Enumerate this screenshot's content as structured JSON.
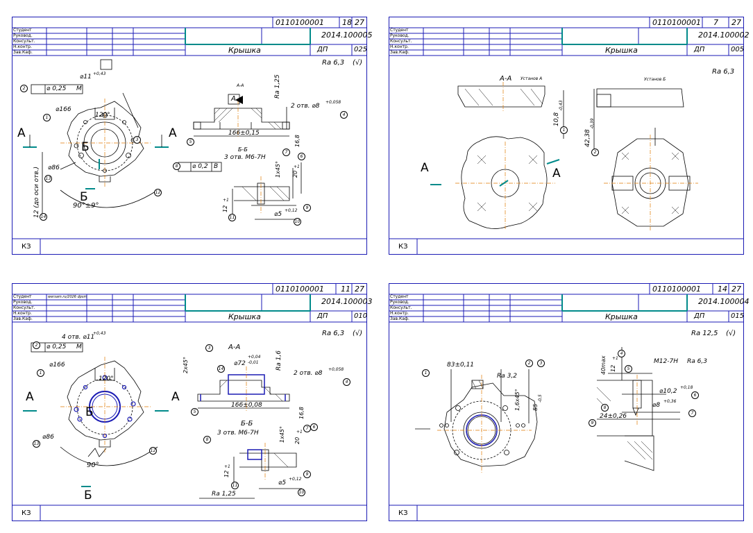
{
  "colors": {
    "frame": "#1a1ab4",
    "accent": "#008a8a",
    "axis": "#e07a00",
    "bore": "#1a1ab4",
    "ink": "#000000"
  },
  "common": {
    "roles": [
      "Студент",
      "Руковод.",
      "Консульт.",
      "Н.контр.",
      "Зав.Каф."
    ],
    "kz": "КЗ"
  },
  "sheets": [
    {
      "code": "0110100001",
      "sheet": "18",
      "sheets_total": "27",
      "number": "2014.100005",
      "name": "Крышка",
      "lit": "ДП",
      "op": "025",
      "author": "",
      "roughness": "Ra 6,3",
      "roughness_check": "(√)",
      "labels": {
        "pos_tol": "⌀ 0,25",
        "pos_mod": "M",
        "hole": "⌀11",
        "hole_tol": "+0,43",
        "d166": "⌀166",
        "angle120": "120°",
        "d86": "⌀86",
        "dim12": "12 (до оси отв.)",
        "ang90": "90°±9°",
        "secA": "А",
        "secB": "Б",
        "AA": "А-А",
        "datumA": "А",
        "ra125": "Ra 1,25",
        "holes2": "2 отв. ⌀8",
        "holes2_tol": "+0,058",
        "d166b": "166±0,15",
        "d168": "16,8",
        "BB": "Б-Б",
        "thr": "3 отв. М6-7Н",
        "pos2": "⌀ 0,2",
        "pos2B": "В",
        "ch": "1х45°",
        "d20": "20",
        "d20t": "+1",
        "d12": "12",
        "d12t": "+1",
        "d5": "⌀5",
        "d5t": "+0,12"
      },
      "balloons": [
        "1",
        "2",
        "3",
        "4",
        "5",
        "6",
        "7",
        "8",
        "9",
        "10",
        "11",
        "12",
        "13",
        "14"
      ]
    },
    {
      "code": "0110100001",
      "sheet": "7",
      "sheets_total": "27",
      "number": "2014.100002",
      "name": "Крышка",
      "lit": "ДП",
      "op": "005",
      "author": "",
      "roughness": "Ra 6,3",
      "roughness_check": "",
      "labels": {
        "AA": "А-А",
        "setA": "Установ А",
        "setB": "Установ Б",
        "d108": "10,8",
        "d108t": "-0,43",
        "d4238": "42,38",
        "d4238t": "-0,39",
        "secA": "А"
      },
      "balloons": [
        "1",
        "2"
      ]
    },
    {
      "code": "0110100001",
      "sheet": "11",
      "sheets_total": "27",
      "number": "2014.100003",
      "name": "Крышка",
      "lit": "ДП",
      "op": "010",
      "author": "wersam.ru/2026 dpsm",
      "roughness": "Ra 6,3",
      "roughness_check": "(√)",
      "labels": {
        "holes4": "4 отв. ⌀11",
        "holes4t": "+0,43",
        "pos_tol": "⌀ 0,25",
        "pos_mod": "M",
        "d166": "⌀166",
        "angle120": "120°",
        "d86": "⌀86",
        "ang90": "90°",
        "secA": "А",
        "secB": "Б",
        "AA": "А-А",
        "ch245": "2х45°",
        "d72": "⌀72",
        "d72t": "+0,04",
        "d72t2": "-0,01",
        "ra16": "Ra 1,6",
        "holes2": "2 отв. ⌀8",
        "holes2_tol": "+0,058",
        "d166b": "166±0,08",
        "d168": "16,8",
        "BB": "Б-Б",
        "thr": "3 отв. М6-7Н",
        "ch": "1х45°",
        "d20": "20",
        "d20t": "+1",
        "d12": "12",
        "d12t": "+1",
        "d5": "⌀5",
        "d5t": "+0,12",
        "ra125": "Ra 1,25"
      },
      "balloons": [
        "1",
        "2",
        "3",
        "4",
        "5",
        "6",
        "7",
        "8",
        "9",
        "10",
        "11",
        "12",
        "13",
        "14"
      ]
    },
    {
      "code": "0110100001",
      "sheet": "14",
      "sheets_total": "27",
      "number": "2014.100004",
      "name": "Крышка",
      "lit": "ДП",
      "op": "015",
      "author": "",
      "roughness": "Ra 12,5",
      "roughness_check": "(√)",
      "labels": {
        "d83": "83±0,11",
        "ra32": "Ra 3,2",
        "ch16": "1,6х45°",
        "d85": "85",
        "d85t": "-0,5",
        "d40": "40max",
        "d12": "12",
        "d12t": "+1",
        "thr": "М12-7Н",
        "ra63": "Ra 6,3",
        "d102": "⌀10,2",
        "d102t": "+0,18",
        "d8": "⌀8",
        "d8t": "+0,36",
        "d24": "24±0,26"
      },
      "balloons": [
        "1",
        "2",
        "3",
        "4",
        "5",
        "6",
        "7",
        "8",
        "9"
      ]
    }
  ]
}
